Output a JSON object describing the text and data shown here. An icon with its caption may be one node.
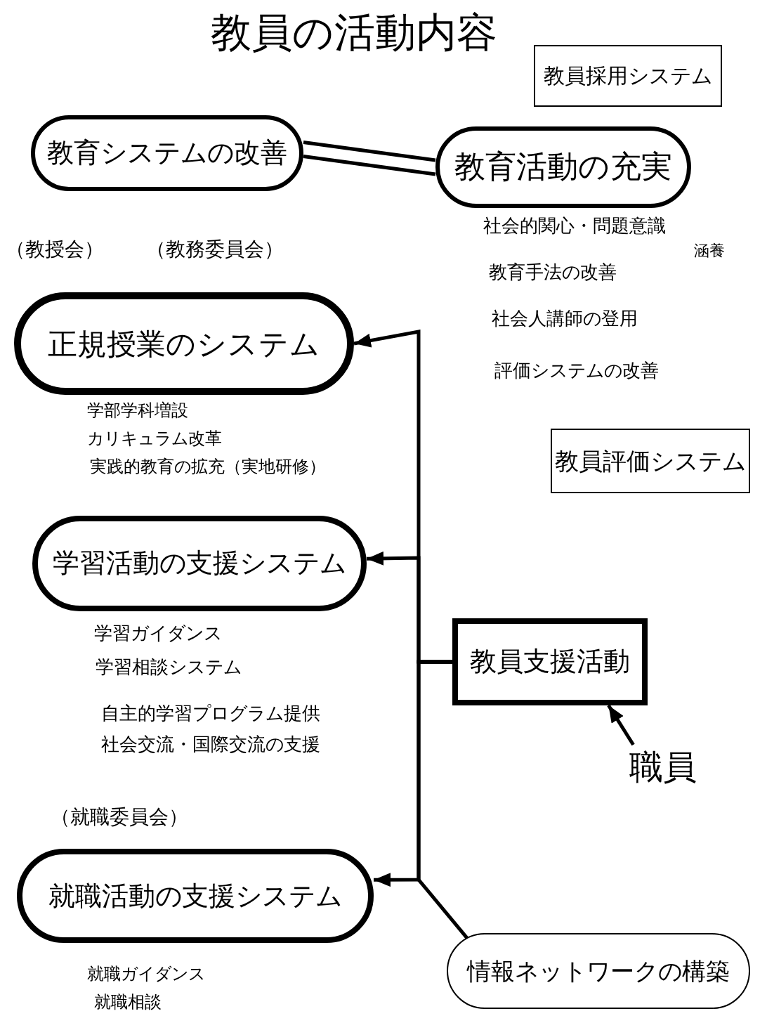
{
  "diagram": {
    "title": "教員の活動内容",
    "nodes": [
      {
        "text": [
          "教育システムの改善"
        ]
      },
      {
        "text": [
          "教育活動の充実"
        ]
      },
      {
        "text": [
          "教員採用システム"
        ]
      },
      {
        "text": [
          "正規授業のシステム"
        ],
        "beside": [
          "（教授会）",
          "（教務委員会）"
        ]
      },
      {
        "text": [
          "教員評価システム"
        ]
      },
      {
        "text": [
          "学習活動の支援システム"
        ]
      },
      {
        "text": [
          "教員支援活動"
        ]
      },
      {
        "text": [
          "職員"
        ]
      },
      {
        "text": [
          "就職活動の支援システム"
        ],
        "beside": [
          "（就職委員会）"
        ]
      },
      {
        "text": [
          "情報ネットワークの構築"
        ]
      }
    ],
    "edges": [
      {
        "from": 0,
        "to": 1,
        "arrow": "none"
      },
      {
        "from": 6,
        "to": 3,
        "arrow": "to"
      },
      {
        "from": 6,
        "to": 5,
        "arrow": "to"
      },
      {
        "from": 6,
        "to": 8,
        "arrow": "to"
      },
      {
        "from": 6,
        "to": 9,
        "arrow": "none"
      },
      {
        "from": 7,
        "to": 6,
        "arrow": "to"
      }
    ],
    "labels": [
      "社会的関心・問題意識",
      "涵養",
      "教育手法の改善",
      "社会人講師の登用",
      "評価システムの改善",
      "学部学科増設",
      "カリキュラム改革",
      "実践的教育の拡充（実地研修）",
      "学習ガイダンス",
      "学習相談システム",
      "自主的学習プログラム提供",
      "社会交流・国際交流の支援",
      "就職ガイダンス",
      "就職相談"
    ]
  }
}
